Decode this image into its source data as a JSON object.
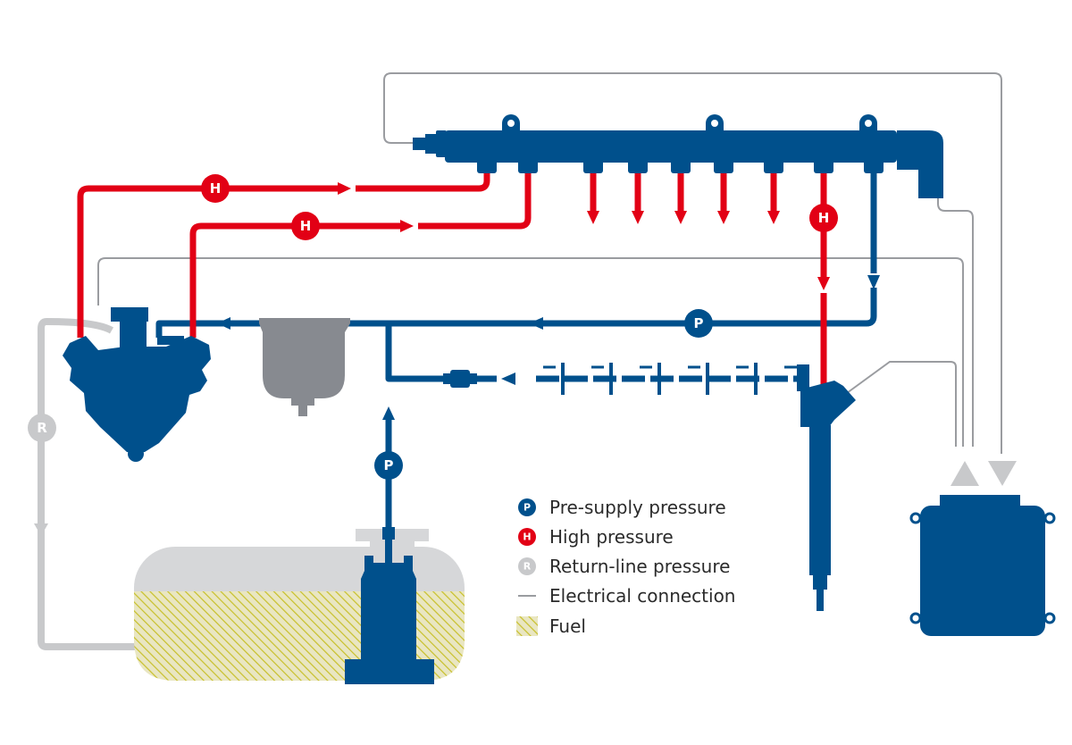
{
  "colors": {
    "pre_supply": "#00508c",
    "high": "#e20015",
    "return": "#c8c9cb",
    "electrical": "#9a9ca0",
    "fuel_hatch": "#c8c02a",
    "filter": "#878a90",
    "tank": "#d6d7d9"
  },
  "badges": {
    "pre_supply": "P",
    "high": "H",
    "return": "R"
  },
  "legend": {
    "pre_supply": "Pre-supply pressure",
    "high": "High pressure",
    "return": "Return-line pressure",
    "electrical": "Electrical connection",
    "fuel": "Fuel"
  }
}
